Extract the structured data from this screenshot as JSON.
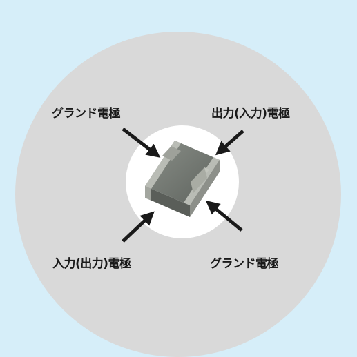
{
  "labels": {
    "top_left": "グランド電極",
    "top_right": "出力(入力)電極",
    "bottom_left": "入力(出力)電極",
    "bottom_right": "グランド電極"
  },
  "colors": {
    "background": "#d6eef9",
    "outer_circle": "#d9d9d9",
    "inner_circle": "#ffffff",
    "arrow": "#1a1a1a",
    "component_body": "#6f7570",
    "electrode": "#b9bcb5"
  }
}
